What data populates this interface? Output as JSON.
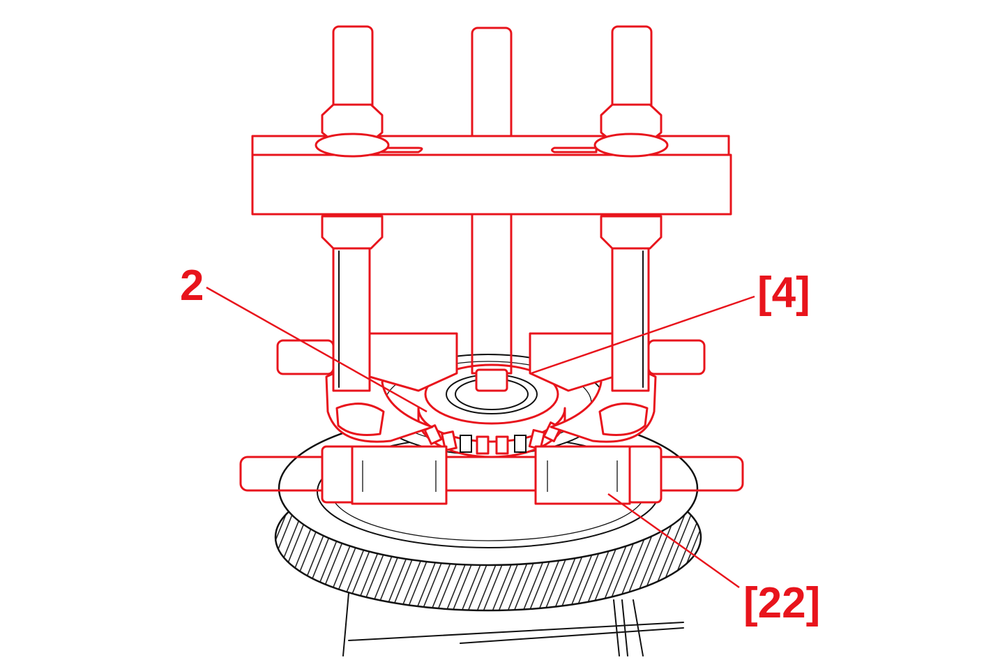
{
  "diagram": {
    "callouts": [
      {
        "id": "c2",
        "label": "2"
      },
      {
        "id": "c4",
        "label": "[4]"
      },
      {
        "id": "c22",
        "label": "[22]"
      }
    ]
  },
  "colors": {
    "highlight": "#e8141c",
    "ink": "#111111",
    "background": "#ffffff"
  }
}
